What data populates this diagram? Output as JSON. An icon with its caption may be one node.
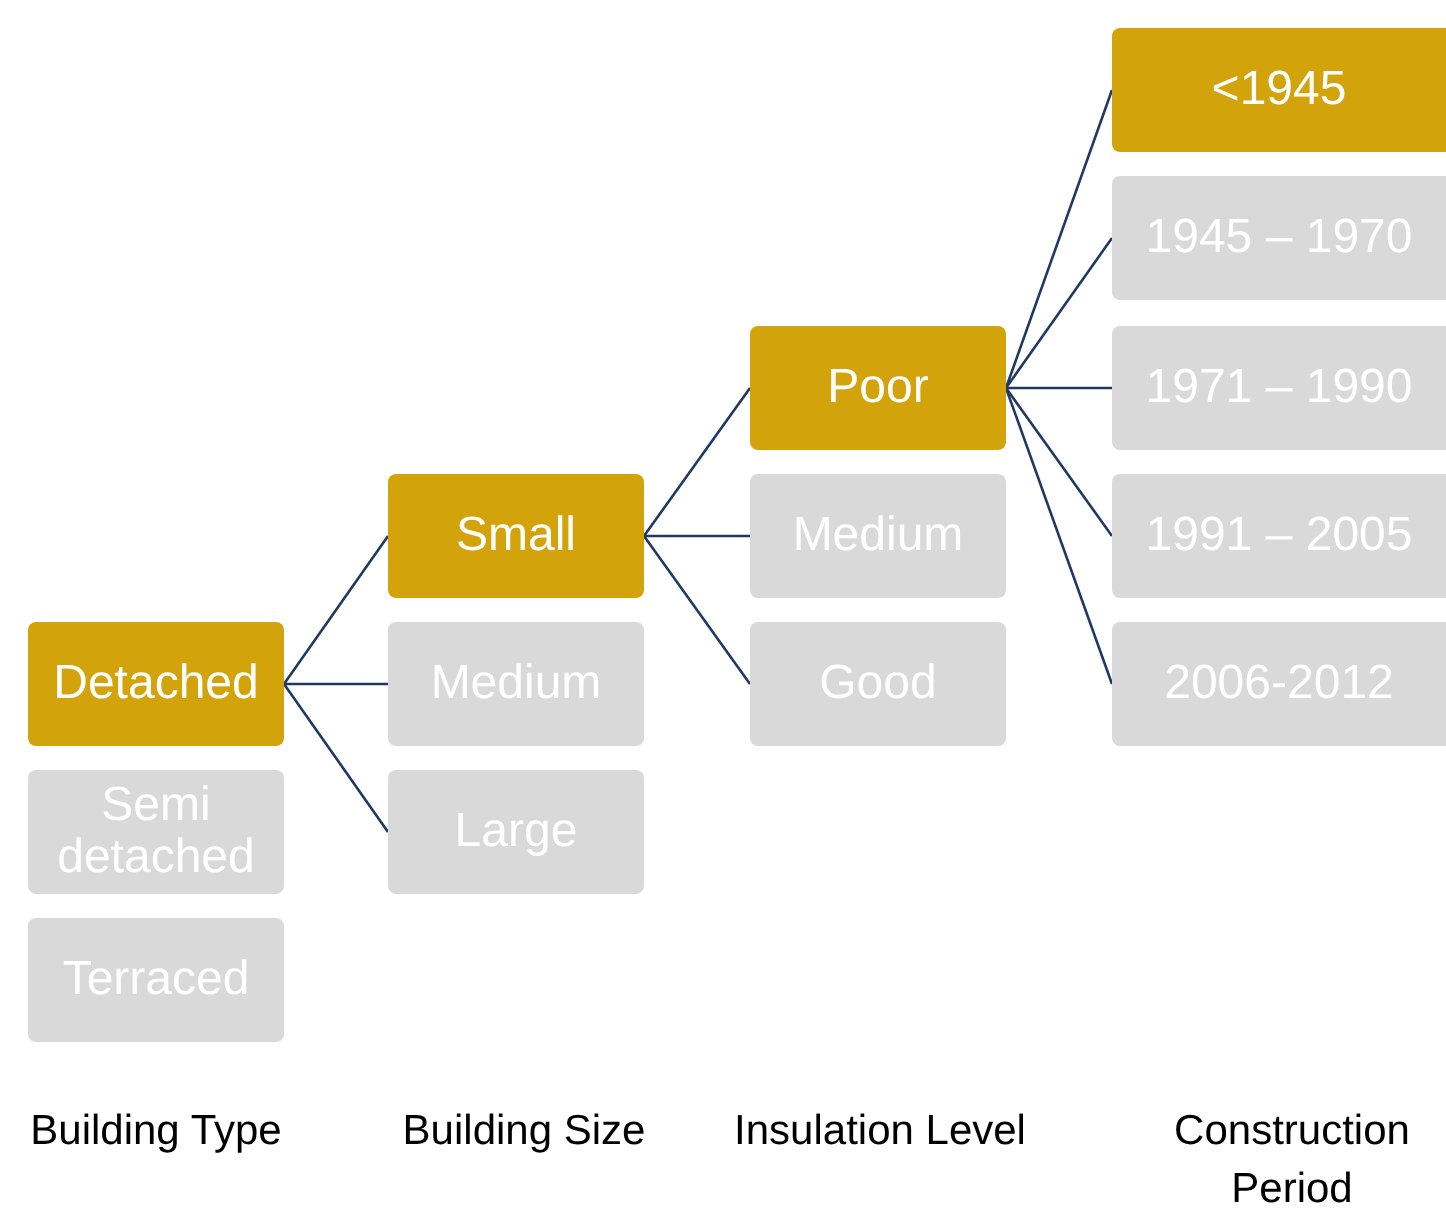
{
  "diagram": {
    "nodes": [
      {
        "text": [
          "Detached"
        ]
      },
      {
        "text": [
          "Semi detached"
        ]
      },
      {
        "text": [
          "Terraced"
        ]
      },
      {
        "text": [
          "Small"
        ]
      },
      {
        "text": [
          "Medium"
        ]
      },
      {
        "text": [
          "Large"
        ]
      },
      {
        "text": [
          "Poor"
        ]
      },
      {
        "text": [
          "Medium"
        ]
      },
      {
        "text": [
          "Good"
        ]
      },
      {
        "text": [
          "<1945"
        ]
      },
      {
        "text": [
          "1945 – 1970"
        ]
      },
      {
        "text": [
          "1971 – 1990"
        ]
      },
      {
        "text": [
          "1991 – 2005"
        ]
      },
      {
        "text": [
          "2006-2012"
        ]
      }
    ],
    "edges": [
      {
        "from": 0,
        "to": 3,
        "arrow": "none"
      },
      {
        "from": 0,
        "to": 4,
        "arrow": "none"
      },
      {
        "from": 0,
        "to": 5,
        "arrow": "none"
      },
      {
        "from": 3,
        "to": 6,
        "arrow": "none"
      },
      {
        "from": 3,
        "to": 7,
        "arrow": "none"
      },
      {
        "from": 3,
        "to": 8,
        "arrow": "none"
      },
      {
        "from": 6,
        "to": 9,
        "arrow": "none"
      },
      {
        "from": 6,
        "to": 10,
        "arrow": "none"
      },
      {
        "from": 6,
        "to": 11,
        "arrow": "none"
      },
      {
        "from": 6,
        "to": 12,
        "arrow": "none"
      },
      {
        "from": 6,
        "to": 13,
        "arrow": "none"
      }
    ],
    "labels": [
      "Building Type",
      "Building Size",
      "Insulation Level",
      "Construction Period"
    ]
  }
}
